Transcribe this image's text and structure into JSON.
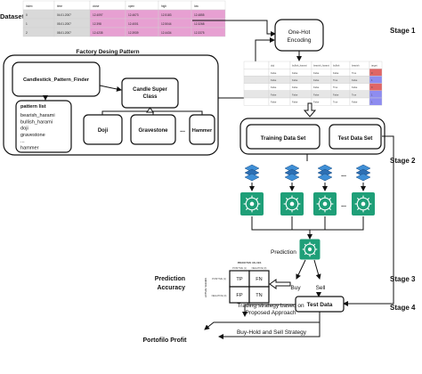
{
  "stages": {
    "stage1": "Stage 1",
    "stage2": "Stage 2",
    "stage3": "Stage 3",
    "stage4": "Stage 4"
  },
  "dataset": {
    "label": "Dataset",
    "headers": [
      "index",
      "time",
      "close",
      "open",
      "high",
      "low"
    ],
    "rows": [
      [
        "0",
        "04.01.2007",
        "12.4097",
        "12.4673",
        "12.5183",
        "12.4855"
      ],
      [
        "1",
        "05.01.2007",
        "12.398",
        "12.4001",
        "12.5044",
        "12.3268"
      ],
      [
        "2",
        "08.01.2007",
        "12.4235",
        "12.3939",
        "12.4434",
        "12.3375"
      ]
    ]
  },
  "one_hot": {
    "label_line1": "One-Hot",
    "label_line2": "Encoding"
  },
  "factory": {
    "title": "Factory Desing Pattern",
    "finder": "Candlestick_Pattern_Finder",
    "super_line1": "Candle Super",
    "super_line2": "Class",
    "doji": "Doji",
    "gravestone": "Gravestone",
    "ellipsis": "...",
    "hammer": "Hammer",
    "pattern_list_title": "pattern list",
    "pattern_list": [
      "bearish_harami",
      "bullish_harami",
      "doji",
      "gravestone",
      "...",
      "hammer"
    ]
  },
  "encoded_table": {
    "headers": [
      "doji",
      "bullish_harami",
      "bearish_harami",
      "bullish",
      "bearish",
      "target"
    ],
    "rows": [
      [
        "False",
        "False",
        "False",
        "False",
        "True",
        "0"
      ],
      [
        "False",
        "False",
        "False",
        "True",
        "False",
        "1"
      ],
      [
        "False",
        "False",
        "False",
        "True",
        "False",
        "0"
      ],
      [
        "False",
        "False",
        "False",
        "False",
        "True",
        "1"
      ],
      [
        "False",
        "False",
        "False",
        "True",
        "False",
        "1"
      ]
    ],
    "row_colors": [
      "#ffffff",
      "#e6e6e6",
      "#ffffff",
      "#e6e6e6",
      "#ffffff"
    ],
    "target_colors": [
      "#e06666",
      "#8e8cf0",
      "#e06666",
      "#8e8cf0",
      "#8e8cf0"
    ]
  },
  "split": {
    "training": "Training Data Set",
    "test": "Test Data Set"
  },
  "models": {
    "ellipsis": "..."
  },
  "prediction": {
    "label": "Prediction",
    "buy": "Buy",
    "sell": "Sell"
  },
  "confusion": {
    "title": "Prediction\nAccuracy",
    "title_line1": "Prediction",
    "title_line2": "Accuracy",
    "predictive_values": "PREDICTIVE VALUES",
    "positive": "POSITIVE (1)",
    "negative": "NEGATIVE (0)",
    "actual_values": "ACTUAL VALUES",
    "tp": "TP",
    "fn": "FN",
    "fp": "FP",
    "tn": "TN"
  },
  "test_data": {
    "label": "Test Data"
  },
  "strategy": {
    "line1": "Trading strategy based on",
    "line2": "Proposed Approach",
    "buy_hold": "Buy-Hold and Sell Strategy"
  },
  "profit": {
    "label": "Portofilo Profit"
  },
  "colors": {
    "dataset_pink": "#e7a0d2",
    "dataset_gray": "#d9d9d9",
    "db_blue": "#3f8fd6",
    "model_teal": "#1f9f78"
  }
}
